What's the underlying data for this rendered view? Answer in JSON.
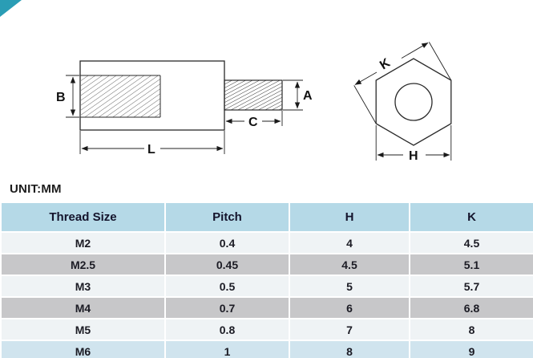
{
  "unit_label": "UNIT:MM",
  "diagram": {
    "labels": {
      "A": "A",
      "B": "B",
      "C": "C",
      "L": "L",
      "K": "K",
      "H": "H"
    }
  },
  "table": {
    "columns": [
      "Thread Size",
      "Pitch",
      "H",
      "K"
    ],
    "rows": [
      [
        "M2",
        "0.4",
        "4",
        "4.5"
      ],
      [
        "M2.5",
        "0.45",
        "4.5",
        "5.1"
      ],
      [
        "M3",
        "0.5",
        "5",
        "5.7"
      ],
      [
        "M4",
        "0.7",
        "6",
        "6.8"
      ],
      [
        "M5",
        "0.8",
        "7",
        "8"
      ],
      [
        "M6",
        "1",
        "8",
        "9"
      ]
    ]
  },
  "colors": {
    "accent_triangle": "#2a9db5",
    "header_bg": "#b5d9e7",
    "row_light": "#eff3f5",
    "row_gray": "#c7c7c9",
    "row_blue": "#d0e4ee"
  }
}
